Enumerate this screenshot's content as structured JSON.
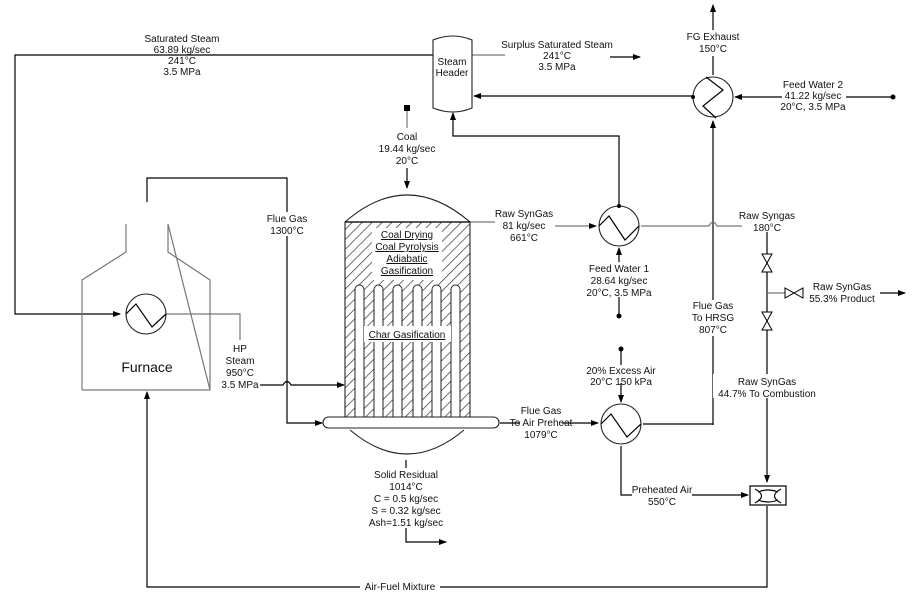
{
  "title": "Coal Gasification Process Flow Diagram",
  "equipment": {
    "steam_header": [
      "Steam",
      "Header"
    ],
    "furnace": "Furnace",
    "reactor_upper_zone": [
      "Coal Drying",
      "Coal Pyrolysis",
      "Adiabatic",
      "Gasification"
    ],
    "reactor_lower_zone": "Char Gasification"
  },
  "streams": {
    "saturated_steam": [
      "Saturated Steam",
      "63.89 kg/sec",
      "241°C",
      "3.5 MPa"
    ],
    "surplus_steam": [
      "Surplus Saturated Steam",
      "241°C",
      "3.5 MPa"
    ],
    "fg_exhaust": [
      "FG Exhaust",
      "150°C"
    ],
    "feed_water_2": [
      "Feed Water 2",
      "41.22 kg/sec",
      "20°C, 3.5 MPa"
    ],
    "coal": [
      "Coal",
      "19.44 kg/sec",
      "20°C"
    ],
    "flue_gas_furnace": [
      "Flue Gas",
      "1300°C"
    ],
    "raw_syngas_reactor": [
      "Raw SynGas",
      "81 kg/sec",
      "661°C"
    ],
    "raw_syngas_cooled": [
      "Raw Syngas",
      "180°C"
    ],
    "feed_water_1": [
      "Feed Water 1",
      "28.64 kg/sec",
      "20°C, 3.5 MPa"
    ],
    "raw_syngas_product": [
      "Raw SynGas",
      "55.3% Product"
    ],
    "flue_gas_hrsg": [
      "Flue Gas",
      "To HRSG",
      "807°C"
    ],
    "hp_steam": [
      "HP",
      "Steam",
      "950°C",
      "3.5 MPa"
    ],
    "excess_air": [
      "20% Excess Air",
      "20°C 150 kPa"
    ],
    "raw_syngas_combustion": [
      "Raw SynGas",
      "44.7% To Combustion"
    ],
    "flue_gas_air_preheat": [
      "Flue Gas",
      "To Air Preheat",
      "1079°C"
    ],
    "solid_residual": [
      "Solid Residual",
      "1014°C",
      "C = 0.5 kg/sec",
      "S = 0.32 kg/sec",
      "Ash=1.51 kg/sec"
    ],
    "preheated_air": [
      "Preheated Air",
      "550°C"
    ],
    "air_fuel_mixture": "Air-Fuel Mixture"
  }
}
